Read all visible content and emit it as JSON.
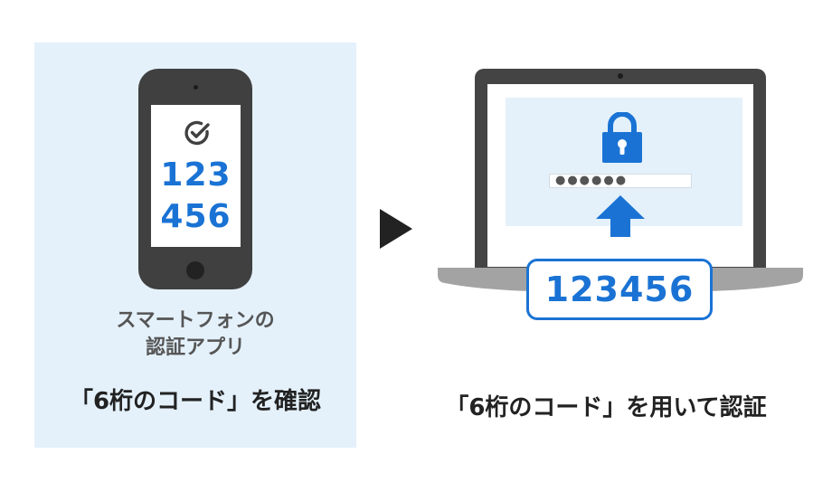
{
  "left": {
    "phone_code_line1": "123",
    "phone_code_line2": "456",
    "app_label_line1": "スマートフォンの",
    "app_label_line2": "認証アプリ",
    "caption": "「6桁のコード」を確認"
  },
  "right": {
    "password_mask": "●●●●●●",
    "entered_code": "123456",
    "caption": "「6桁のコード」を用いて認証"
  },
  "colors": {
    "accent_blue": "#1a73d4",
    "panel_bg": "#e4f1fb",
    "device_dark": "#404040"
  },
  "icons": {
    "check": "check-circle-icon",
    "lock": "lock-icon",
    "arrow_next": "play-arrow-icon",
    "arrow_up": "up-arrow-icon"
  }
}
